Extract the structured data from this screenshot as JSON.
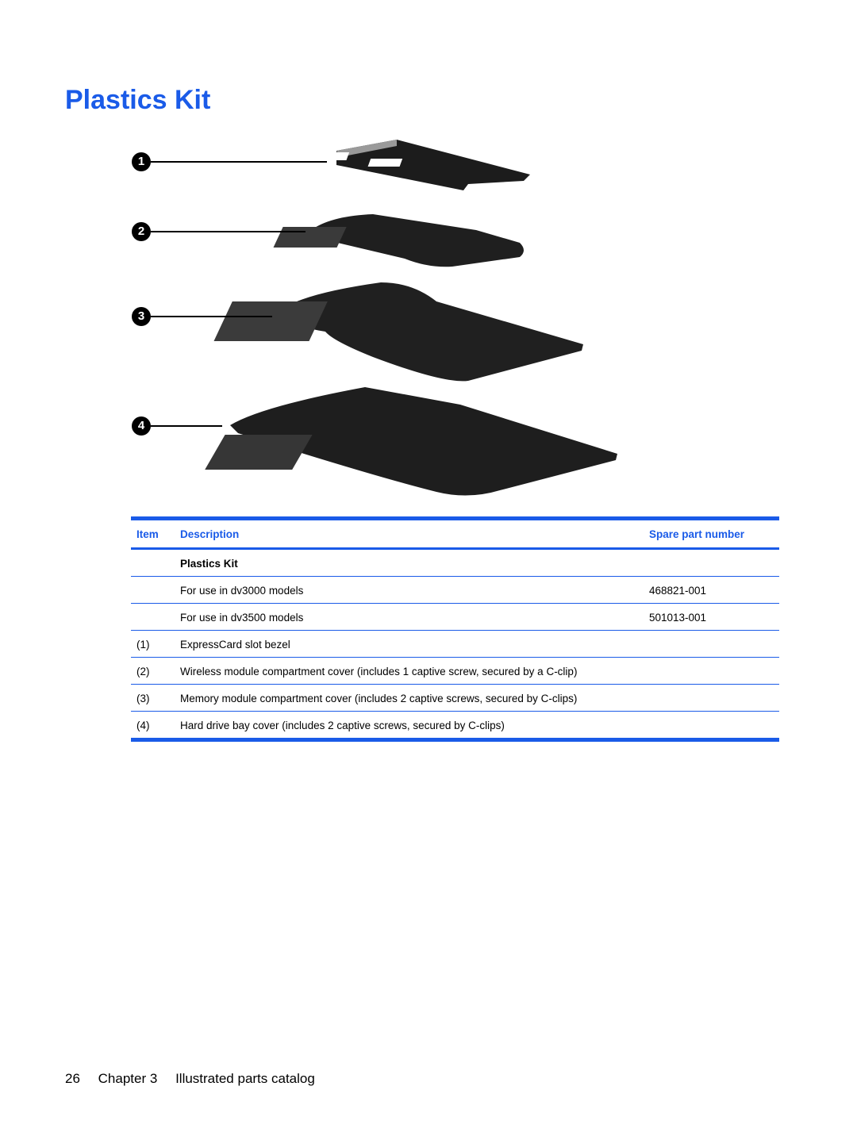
{
  "page_title": "Plastics Kit",
  "callouts": [
    "1",
    "2",
    "3",
    "4"
  ],
  "table": {
    "headers": {
      "item": "Item",
      "description": "Description",
      "spare": "Spare part number"
    },
    "rows": [
      {
        "item": "",
        "description": "Plastics Kit",
        "spare": ""
      },
      {
        "item": "",
        "description": "For use in dv3000 models",
        "spare": "468821-001"
      },
      {
        "item": "",
        "description": "For use in dv3500 models",
        "spare": "501013-001"
      },
      {
        "item": "(1)",
        "description": "ExpressCard slot bezel",
        "spare": ""
      },
      {
        "item": "(2)",
        "description": "Wireless module compartment cover (includes 1 captive screw, secured by a C-clip)",
        "spare": ""
      },
      {
        "item": "(3)",
        "description": "Memory module compartment cover (includes 2 captive screws, secured by C-clips)",
        "spare": ""
      },
      {
        "item": "(4)",
        "description": "Hard drive bay cover (includes 2 captive screws, secured by C-clips)",
        "spare": ""
      }
    ]
  },
  "footer": {
    "page_number": "26",
    "chapter": "Chapter 3",
    "chapter_title": "Illustrated parts catalog"
  },
  "colors": {
    "accent": "#1a5be8",
    "part": "#1f1f1f"
  }
}
